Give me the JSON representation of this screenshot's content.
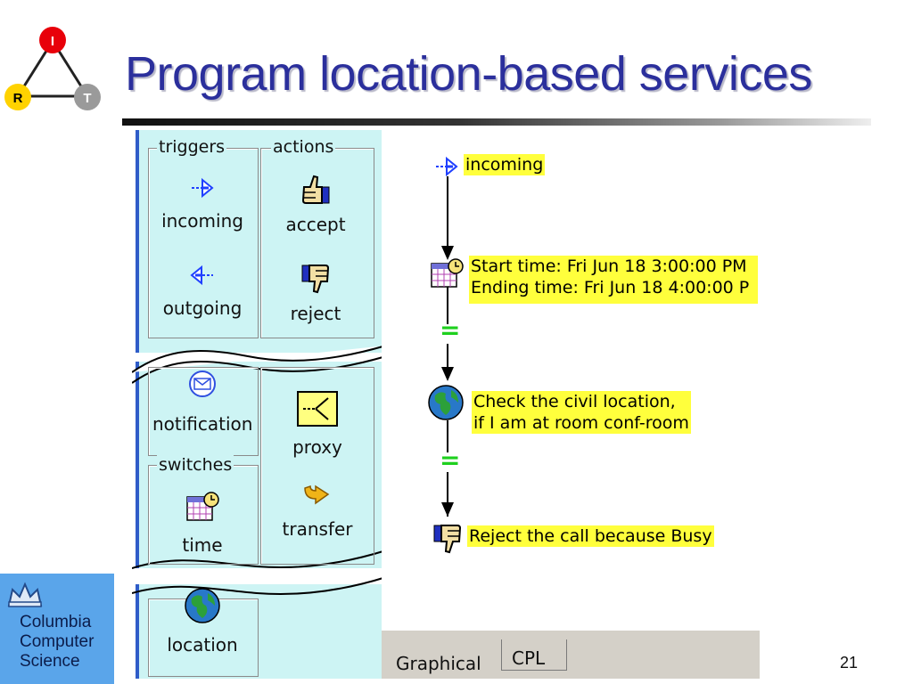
{
  "slide": {
    "title": "Program location-based services",
    "page_number": "21",
    "logo": {
      "triangle_nodes": [
        "I",
        "R",
        "T"
      ],
      "org_text": "Columbia\nComputer\nScience"
    }
  },
  "palette": {
    "groups": {
      "triggers": "triggers",
      "actions": "actions",
      "switches": "switches"
    },
    "items": {
      "incoming": "incoming",
      "outgoing": "outgoing",
      "accept": "accept",
      "reject": "reject",
      "notification": "notification",
      "proxy": "proxy",
      "time": "time",
      "transfer": "transfer",
      "location": "location"
    }
  },
  "canvas": {
    "nodes": {
      "incoming": "incoming",
      "time_line1": "Start time: Fri Jun 18 3:00:00 PM",
      "time_line2": "Ending time: Fri Jun 18 4:00:00 P",
      "location_line1": "Check the civil location,",
      "location_line2": "if I am at room conf-room",
      "reject": "Reject the call because Busy"
    },
    "branch_labels": [
      "=",
      "="
    ],
    "tabs": [
      "Graphical",
      "CPL"
    ]
  },
  "colors": {
    "title": "#2b2f9c",
    "palette_bg": "#cdf4f4",
    "node_highlight": "#ffff3c",
    "branch": "#1ed01e",
    "logo_bg": "#5aa5ea"
  }
}
